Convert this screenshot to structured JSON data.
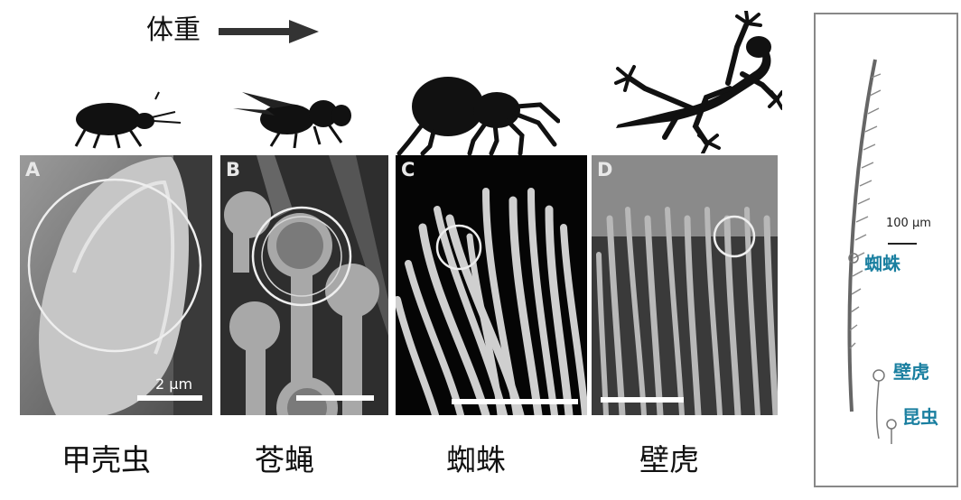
{
  "header": {
    "weight_label": "体重"
  },
  "panels": [
    {
      "letter": "A",
      "caption": "甲壳虫",
      "scale": "2 µm"
    },
    {
      "letter": "B",
      "caption": "苍蝇"
    },
    {
      "letter": "C",
      "caption": "蜘蛛"
    },
    {
      "letter": "D",
      "caption": "壁虎"
    }
  ],
  "seta_inset": {
    "scale": "100 µm",
    "labels": [
      "蜘蛛",
      "壁虎",
      "昆虫"
    ],
    "label_color": "#1a7fa0"
  }
}
